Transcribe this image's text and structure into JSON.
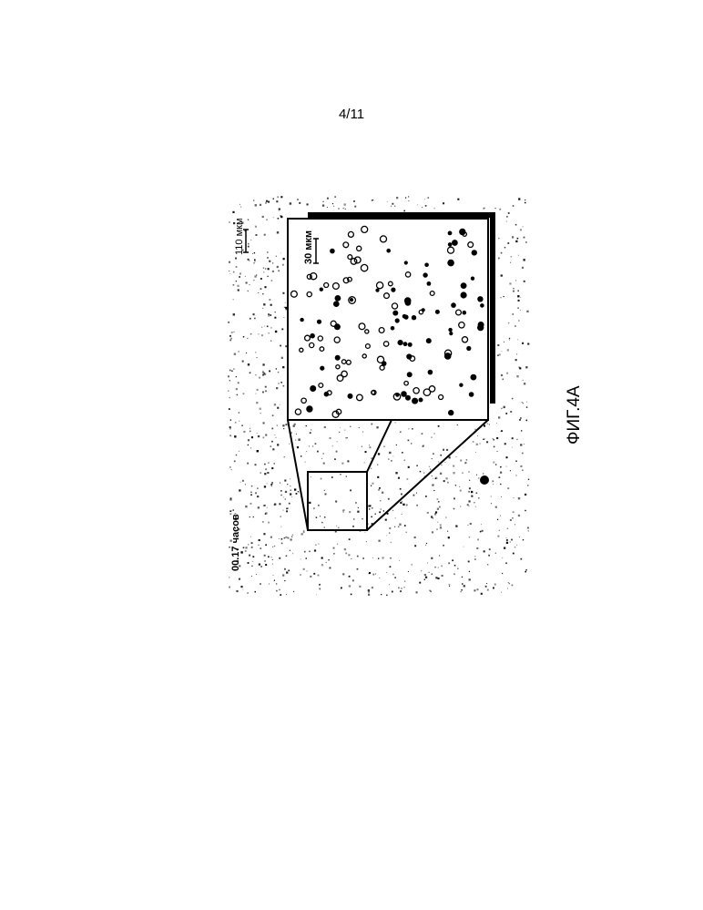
{
  "page": {
    "number": "4/11"
  },
  "figure": {
    "time_label": "00.17 часов",
    "outer_scale": "110 мкм",
    "inner_scale": "30 мкм",
    "caption": "ФИГ.4A"
  },
  "colors": {
    "ink": "#000000",
    "paper": "#ffffff"
  }
}
